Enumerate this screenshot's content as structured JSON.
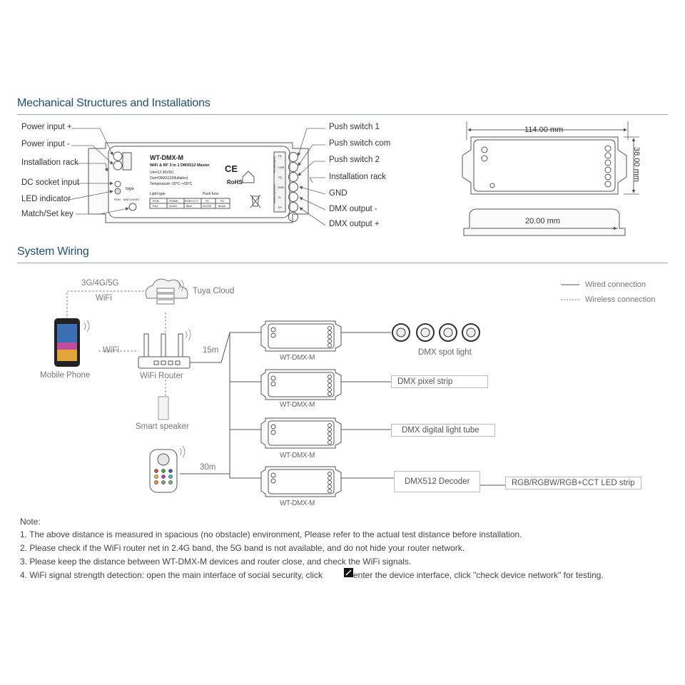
{
  "sections": {
    "mech_title": "Mechanical Structures and Installations",
    "wiring_title": "System Wiring"
  },
  "mech": {
    "left_labels": [
      "Power input +",
      "Power input -",
      "Installation rack",
      "DC socket input",
      "LED indicator",
      "Match/Set key"
    ],
    "right_labels": [
      "Push switch 1",
      "Push switch com",
      "Push switch 2",
      "Installation rack",
      "GND",
      "DMX output -",
      "DMX output +"
    ],
    "device": {
      "model": "WT-DMX-M",
      "subtitle": "WiFi & RF 3 in 1 DMX512 Master",
      "spec1": "Uin=12-36VDC",
      "spec2": "Out=DMX512(Multiplex)",
      "spec3": "Temperature:-20°C~+55°C",
      "light_type": "Light type",
      "push_func": "Push func:",
      "lt_row1": [
        "RGB",
        "RGBW",
        "RGB+CCT"
      ],
      "lt_row2": [
        "Red",
        "Green",
        "Blue"
      ],
      "pf_row1": [
        "P1",
        "P2"
      ],
      "pf_row2": [
        "On/Off",
        "Mode"
      ],
      "ce": "CE",
      "rohs": "RoHS",
      "tuya": "tuya",
      "run": "RUN",
      "match_reset": "MATCH/SET",
      "push_input": "PUSH INPUT",
      "dmx_output": "DMX OUTPUT",
      "terminals_right": [
        "P1",
        "COM",
        "P2",
        "GND",
        "D-",
        "D+"
      ]
    },
    "dims": {
      "length": "114.00 mm",
      "width": "38.00 mm",
      "height": "20.00 mm"
    }
  },
  "wiring": {
    "cellular": "3G/4G/5G",
    "wifi_top": "WiFi",
    "wifi_mid": "WiFi",
    "cloud": "Tuya Cloud",
    "phone": "Mobile Phone",
    "router": "WiFi Router",
    "speaker": "Smart speaker",
    "dist_15m": "15m",
    "dist_30m": "30m",
    "device_label": "WT-DMX-M",
    "spot": "DMX spot light",
    "pixel": "DMX pixel strip",
    "tube": "DMX digital light tube",
    "decoder": "DMX512 Decoder",
    "led_strip": "RGB/RGBW/RGB+CCT LED strip",
    "legend_wired": "Wired connection",
    "legend_wireless": "Wireless connection"
  },
  "notes": {
    "title": "Note:",
    "items": [
      "1. The above distance is measured in spacious (no obstacle) environment, Please refer to the actual test distance before installation.",
      "2. Please check if the WiFi router net in 2.4G band, the 5G band is not available, and do not hide your router network.",
      "3. Please keep the distance between WT-DMX-M devices and router close, and check the WiFi signals.",
      "4. WiFi signal strength detection: open the main interface of social security, click",
      " enter the device interface, click \"check device network\" for testing."
    ]
  }
}
